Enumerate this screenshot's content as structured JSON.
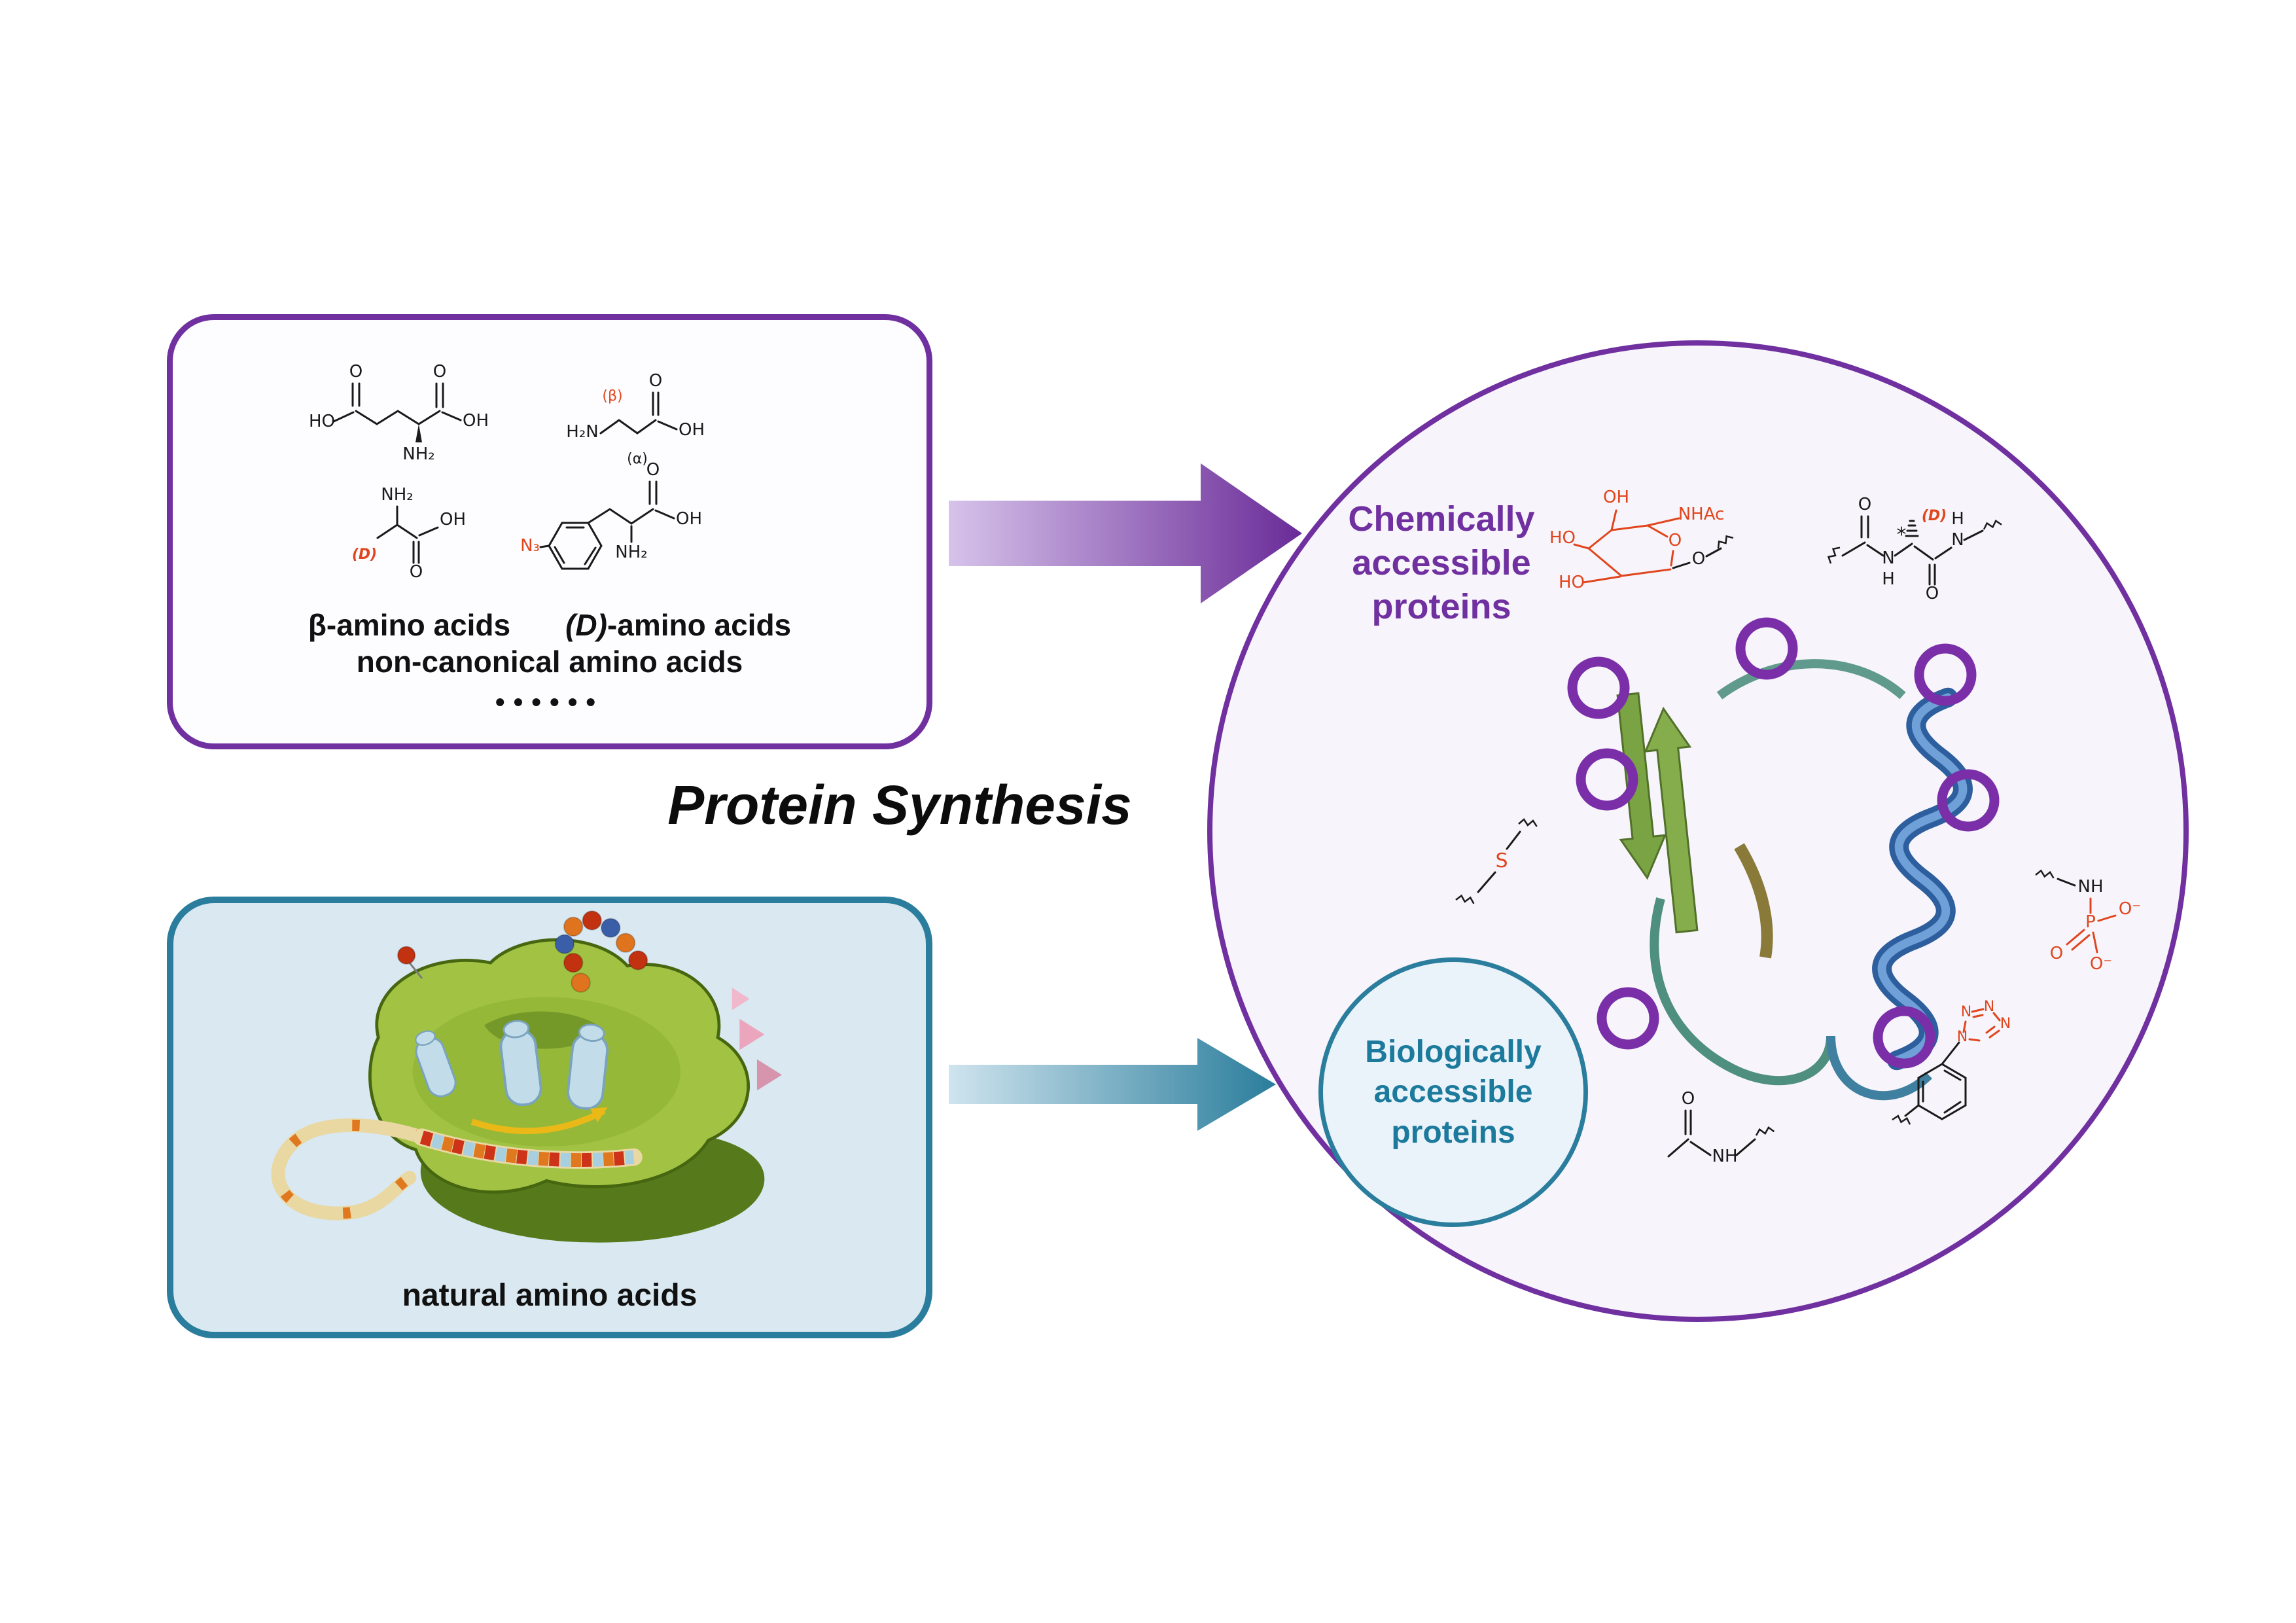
{
  "palette": {
    "purple": "#7030a0",
    "teal": "#2a7d9c",
    "teal_text": "#1c7a9c",
    "orange_red": "#e0461d",
    "panel_blue_fill": "#d9e8f1",
    "circle_fill": "#f7f5fb"
  },
  "top_box": {
    "line1_left": "β-amino acids",
    "line1_right_d": "(D)",
    "line1_right_rest": "-amino acids",
    "line2": "non-canonical amino acids",
    "dots": "••••••",
    "glutamic": {
      "ho": "HO",
      "o_left": "O",
      "o_right": "O",
      "oh": "OH",
      "nh2": "NH₂"
    },
    "beta_ala": {
      "beta": "(β)",
      "alpha": "(α)",
      "h2n": "H₂N",
      "o": "O",
      "oh": "OH"
    },
    "d_ala": {
      "nh2": "NH₂",
      "d": "(D)",
      "o": "O",
      "oh": "OH"
    },
    "azido_phe": {
      "n3": "N₃",
      "o": "O",
      "oh": "OH",
      "nh2": "NH₂"
    }
  },
  "center": {
    "title": "Protein Synthesis"
  },
  "bottom_box": {
    "label": "natural amino acids"
  },
  "circle": {
    "chem": {
      "l1": "Chemically",
      "l2": "accessible",
      "l3": "proteins"
    },
    "bio": {
      "l1": "Biologically",
      "l2": "accessible",
      "l3": "proteins"
    },
    "glycan": {
      "oh": "OH",
      "ho_upper": "HO",
      "ho_lower": "HO",
      "nhac": "NHAc",
      "ring_o": "O",
      "glyco_o": "O"
    },
    "backbone": {
      "o_left": "O",
      "n_left": "N",
      "h_left": "H",
      "star": "*",
      "d": "(D)",
      "o_right": "O",
      "n_right": "N",
      "h_right": "H"
    },
    "thio": {
      "s": "S"
    },
    "phos": {
      "nh": "NH",
      "p": "P",
      "o_top": "O⁻",
      "o_dbl": "O",
      "o_bottom": "O⁻"
    },
    "acetyl": {
      "o": "O",
      "nh": "NH"
    },
    "tet": {
      "n1": "N",
      "n2": "N",
      "n3": "N",
      "n4": "N"
    }
  }
}
